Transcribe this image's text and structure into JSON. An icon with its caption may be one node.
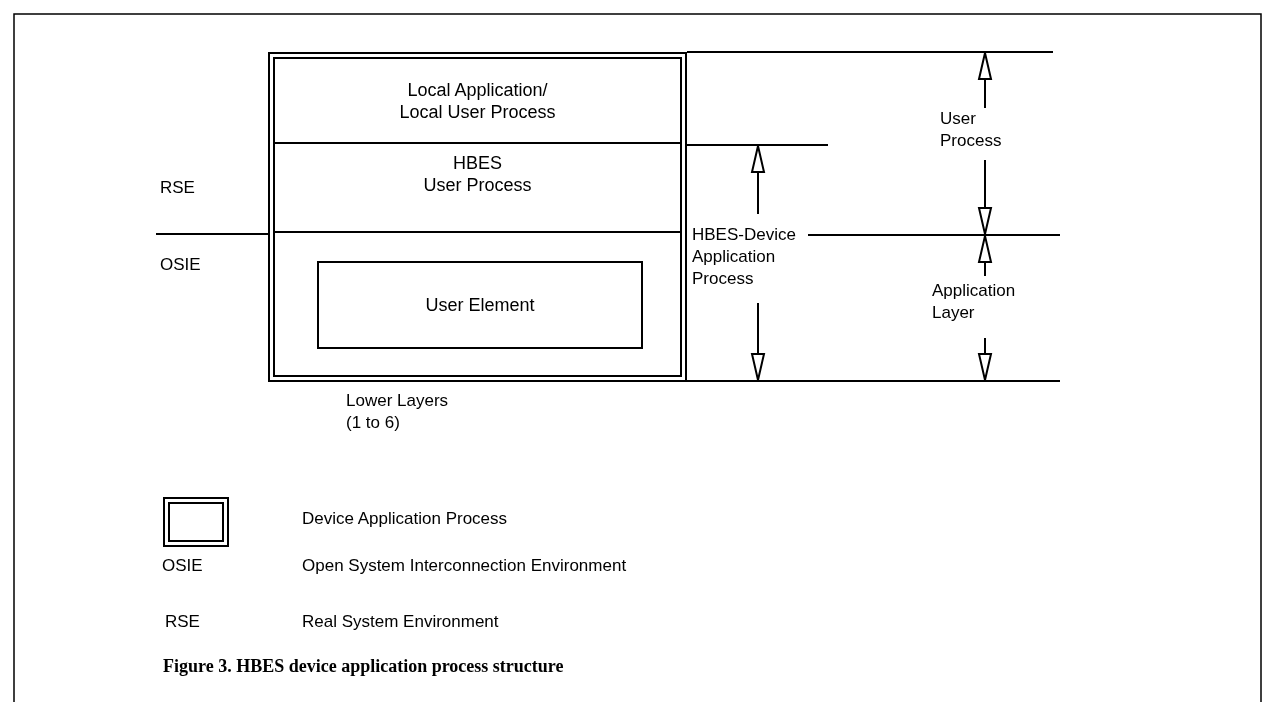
{
  "diagram": {
    "caption": "Figure 3. HBES device application process structure",
    "nodes": [
      {
        "text": [],
        "shape": "box"
      },
      {
        "text": [
          "Local Application/ Local User Process"
        ],
        "in": 0
      },
      {
        "text": [
          "HBES",
          "User Process"
        ],
        "in": 0
      },
      {
        "text": [
          "User Element"
        ],
        "in": 0
      }
    ],
    "labels": [
      "RSE",
      "OSIE",
      "HBES-Device Application Process",
      "User Process",
      "Application Layer",
      "Lower Layers (1 to 6)",
      "OSIE",
      "Open System Interconnection Environment",
      "RSE",
      "Real System Environment"
    ],
    "legend": [
      {
        "text": "Device Application Process"
      }
    ]
  }
}
